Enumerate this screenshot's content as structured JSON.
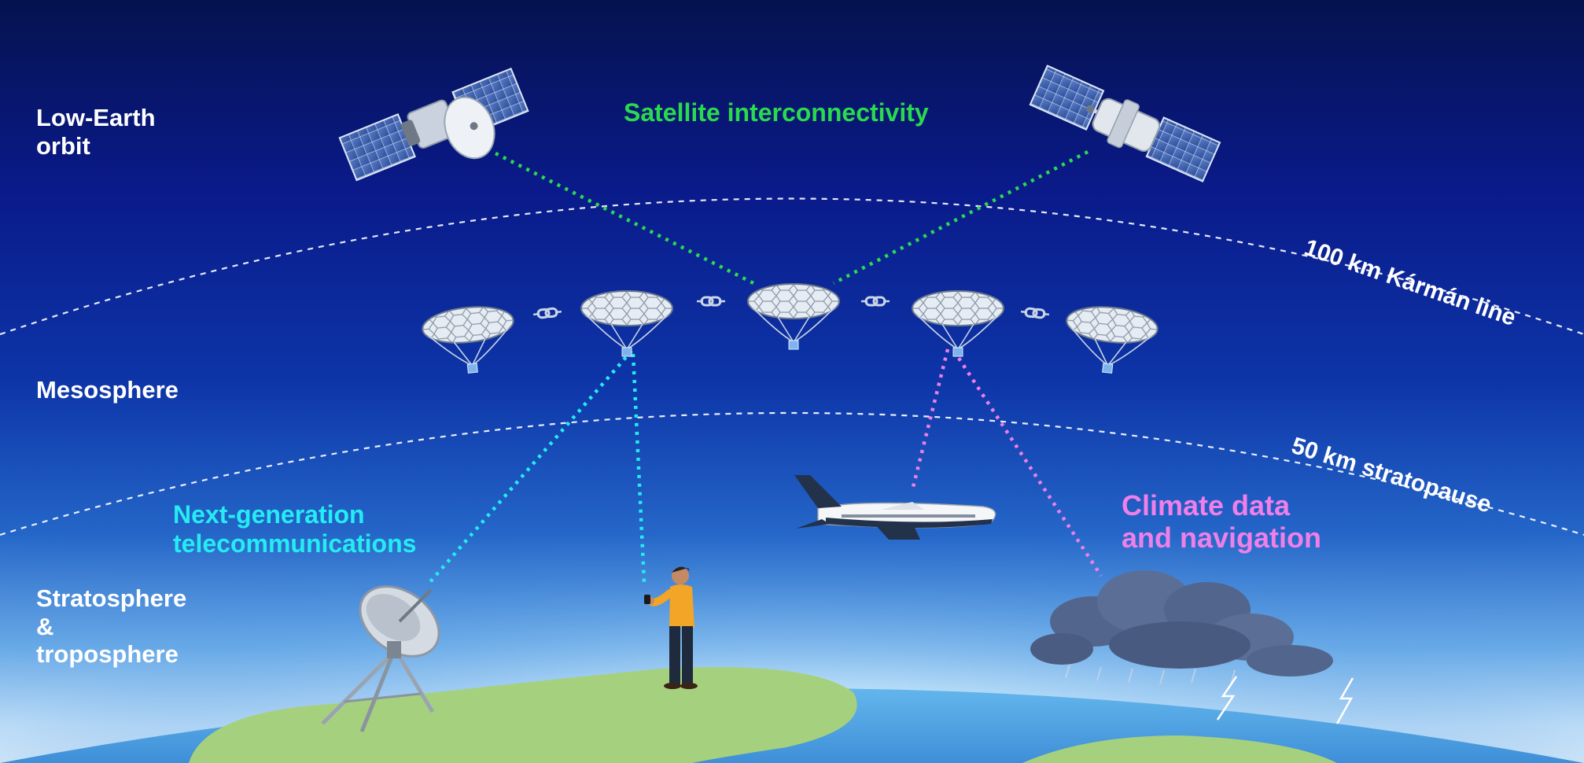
{
  "layers": {
    "leo": [
      "Low-Earth",
      "orbit"
    ],
    "mesosphere": "Mesosphere",
    "strato": [
      "Stratosphere",
      "&",
      "troposphere"
    ]
  },
  "boundaries": {
    "karman": "100 km Kármán line",
    "stratopause": "50 km stratopause"
  },
  "categories": {
    "satellite": "Satellite interconnectivity",
    "telecom": [
      "Next-generation",
      "telecommunications"
    ],
    "climate": [
      "Climate data",
      "and navigation"
    ]
  },
  "colors": {
    "space_top": "#05124f",
    "space_mid": "#0a1f9a",
    "sky_low": "#4d9be6",
    "horizon": "#cfe9fb",
    "ocean": "#4aa6e6",
    "land": "#a5d17e",
    "satellite_link": "#2bd94f",
    "telecom_link": "#25ecf2",
    "climate_link": "#f07fe8"
  },
  "icons": [
    "satellite-icon",
    "balloon-icon",
    "chain-link-icon",
    "satellite-dish-icon",
    "person-with-phone-icon",
    "airplane-icon",
    "storm-cloud-icon",
    "lightning-icon"
  ]
}
